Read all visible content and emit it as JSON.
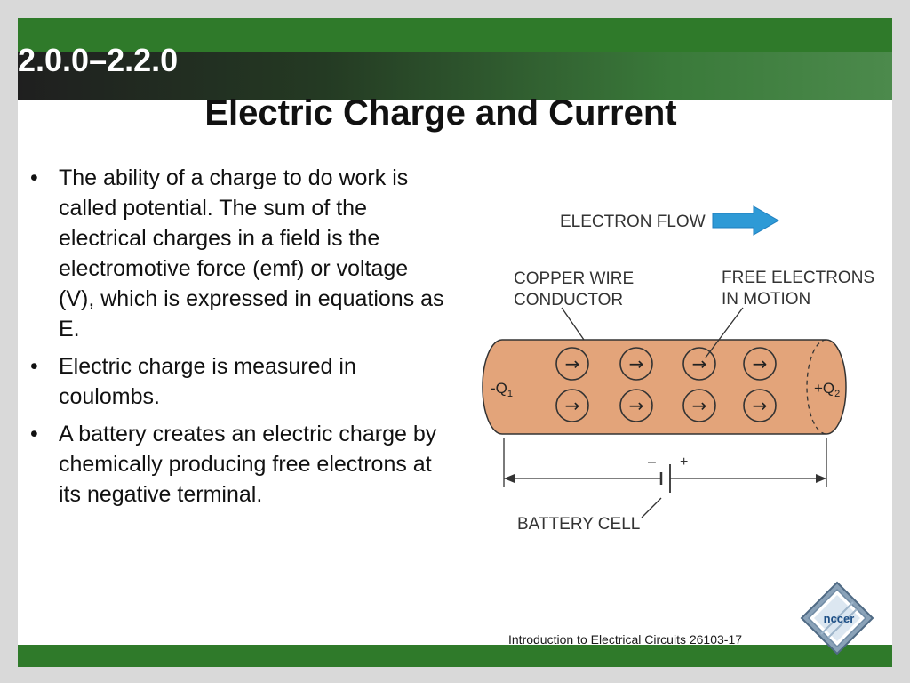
{
  "header": {
    "section_number": "2.0.0–2.2.0",
    "title": "Electric Charge and Current"
  },
  "bullets": [
    "The ability of a charge to do work is called potential. The sum of the electrical charges in a field is the electromotive force (emf) or voltage (V), which is expressed in equations as E.",
    "Electric charge is measured in coulombs.",
    "A battery creates an electric charge by chemically producing free electrons at its negative terminal."
  ],
  "bullet_glyph": "•",
  "diagram": {
    "electron_flow_label": "ELECTRON FLOW",
    "copper_wire_line1": "COPPER WIRE",
    "copper_wire_line2": "CONDUCTOR",
    "free_electrons_line1": "FREE ELECTRONS",
    "free_electrons_line2": "IN MOTION",
    "neg_charge_label": "-Q",
    "neg_charge_sub": "1",
    "pos_charge_label": "+Q",
    "pos_charge_sub": "2",
    "battery_minus": "–",
    "battery_plus": "+",
    "battery_label": "BATTERY CELL",
    "arrow_glyph": "→"
  },
  "footer": {
    "text": "Introduction to Electrical Circuits 26103-17",
    "logo_text": "nccer"
  },
  "colors": {
    "green_band": "#2f7a2a",
    "conductor_fill": "#e3a47a",
    "flow_arrow": "#2e9ad6"
  }
}
